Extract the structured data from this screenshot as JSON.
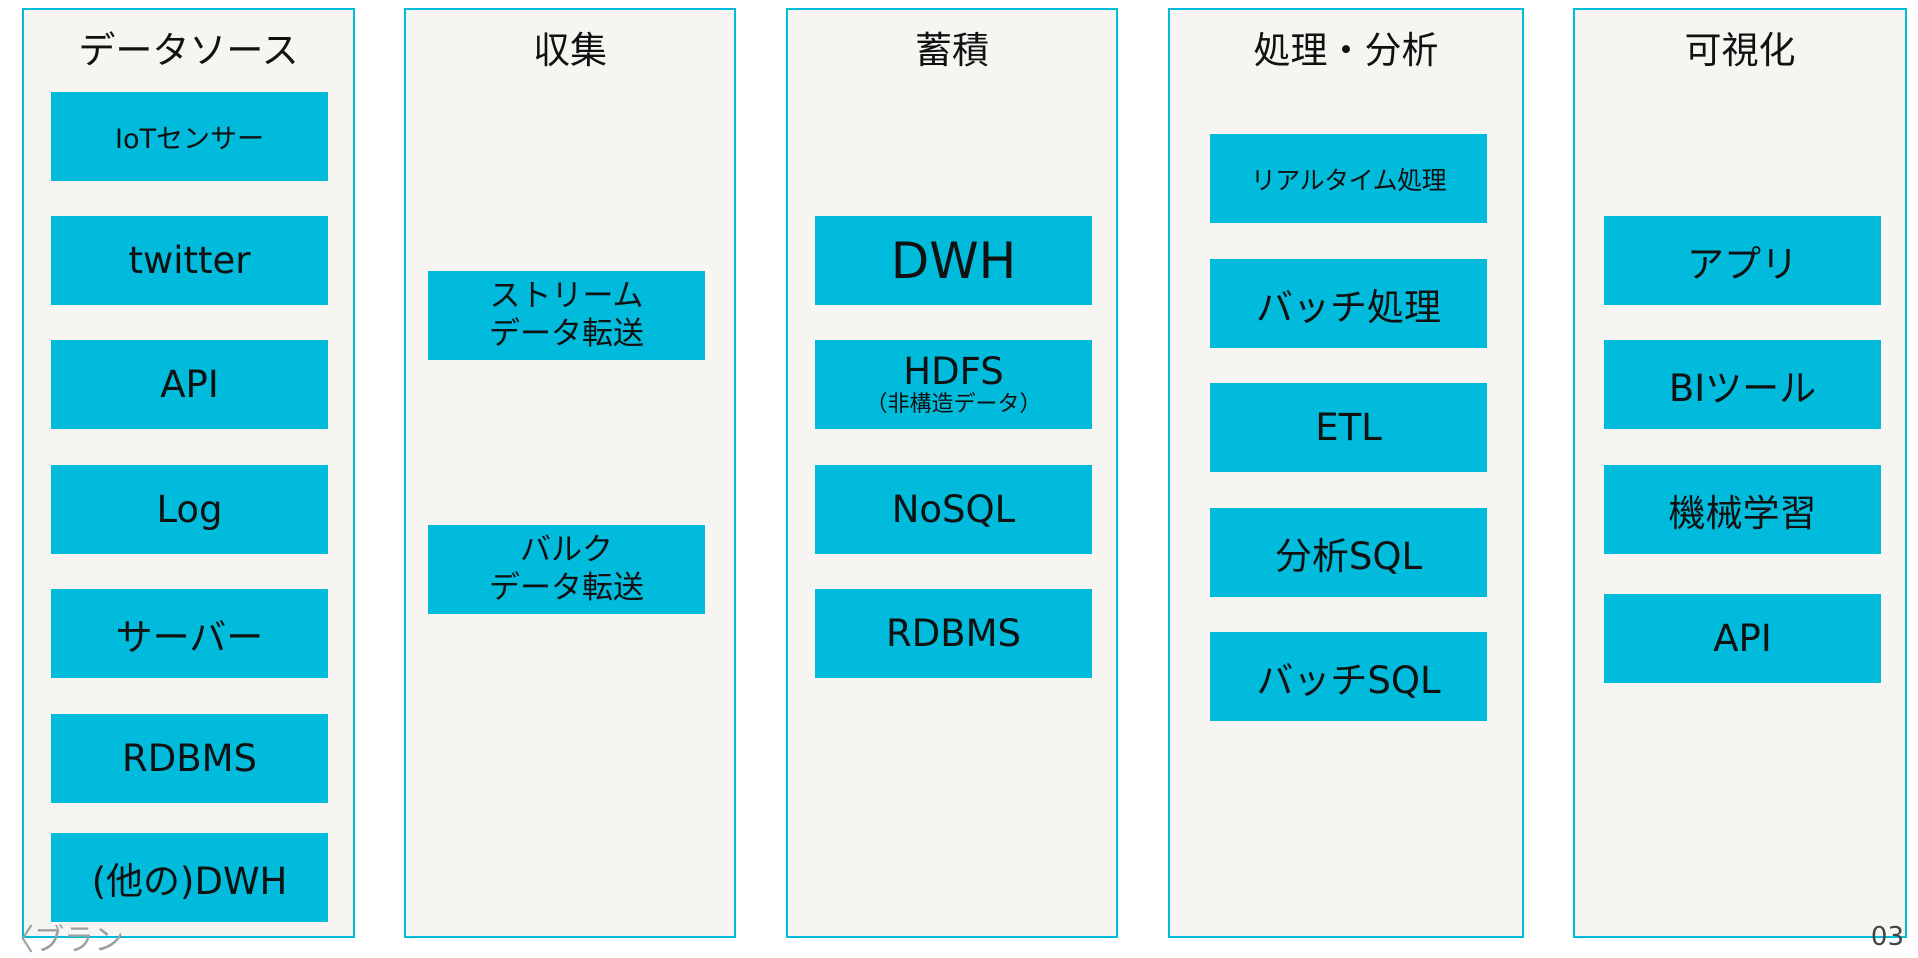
{
  "columns": [
    {
      "title": "データソース",
      "items": [
        {
          "label": "IoTセンサー"
        },
        {
          "label": "twitter"
        },
        {
          "label": "API"
        },
        {
          "label": "Log"
        },
        {
          "label": "サーバー"
        },
        {
          "label": "RDBMS"
        },
        {
          "label": "(他の)DWH"
        }
      ]
    },
    {
      "title": "収集",
      "items": [
        {
          "line1": "ストリーム",
          "line2": "データ転送"
        },
        {
          "line1": "バルク",
          "line2": "データ転送"
        }
      ]
    },
    {
      "title": "蓄積",
      "items": [
        {
          "label": "DWH"
        },
        {
          "label": "HDFS",
          "note": "（非構造データ）"
        },
        {
          "label": "NoSQL"
        },
        {
          "label": "RDBMS"
        }
      ]
    },
    {
      "title": "処理・分析",
      "items": [
        {
          "label": "リアルタイム処理"
        },
        {
          "label": "バッチ処理"
        },
        {
          "label": "ETL"
        },
        {
          "label": "分析SQL"
        },
        {
          "label": "バッチSQL"
        }
      ]
    },
    {
      "title": "可視化",
      "items": [
        {
          "label": "アプリ"
        },
        {
          "label": "BIツール"
        },
        {
          "label": "機械学習"
        },
        {
          "label": "API"
        }
      ]
    }
  ],
  "footer": {
    "left_text": "〈ブラン",
    "page_number": "03"
  },
  "colors": {
    "border": "#00bcd9",
    "box_fill": "#00bbdb",
    "column_bg": "#f6f5f1"
  }
}
